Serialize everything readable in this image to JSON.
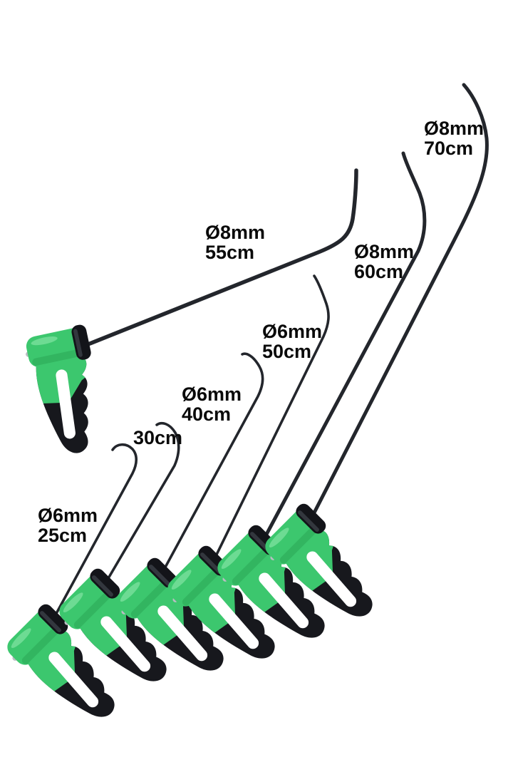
{
  "photo": {
    "subject": "Set of 7 paintless dent repair hook rods with two-tone pistol-grip handles",
    "background": "#ffffff"
  },
  "colors": {
    "handle_green": "#3cc76e",
    "handle_green_shade": "#2aa556",
    "handle_green_gloss": "#9defb8",
    "handle_black": "#17181d",
    "cap_black": "#131419",
    "cap_highlight": "#3a3d45",
    "rod_color": "#23262c",
    "slot_white": "#ffffff",
    "pin_gray": "#b9bdc2",
    "label_text": "#0a0a0a"
  },
  "tools": [
    {
      "id": "rod-8mm-70cm",
      "diameter": "Ø8mm",
      "length": "70cm"
    },
    {
      "id": "rod-8mm-55cm",
      "diameter": "Ø8mm",
      "length": "55cm"
    },
    {
      "id": "rod-8mm-60cm",
      "diameter": "Ø8mm",
      "length": "60cm"
    },
    {
      "id": "rod-6mm-50cm",
      "diameter": "Ø6mm",
      "length": "50cm"
    },
    {
      "id": "rod-6mm-40cm",
      "diameter": "Ø6mm",
      "length": "40cm"
    },
    {
      "id": "rod-6mm-30cm",
      "diameter": "",
      "length": "30cm"
    },
    {
      "id": "rod-6mm-25cm",
      "diameter": "Ø6mm",
      "length": "25cm"
    }
  ]
}
